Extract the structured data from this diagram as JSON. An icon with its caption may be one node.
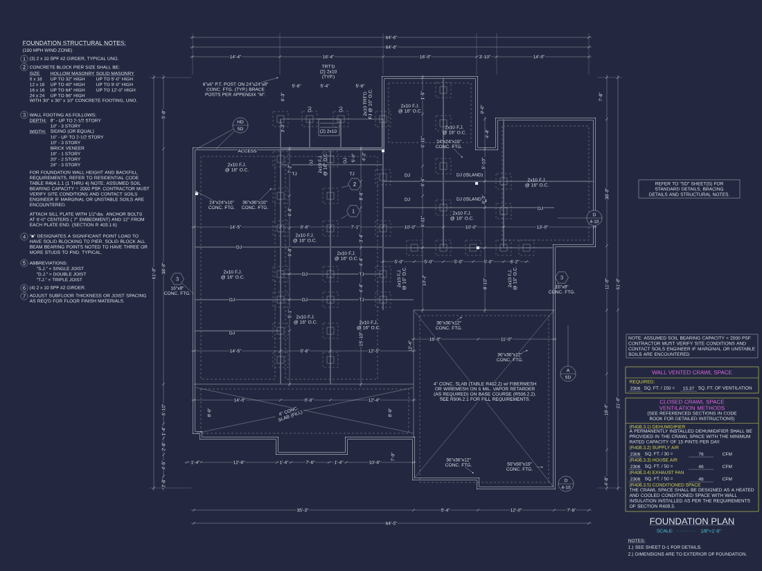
{
  "diagram": {
    "nodes": [
      {
        "text": [
          "REFER TO \"SD\" SHEET(S) FOR STANDARD DETAILS, BRACING DETAILS AND STRUCTURAL NOTES."
        ]
      },
      {
        "text": [
          "NOTE: ASSUMED SOIL BEARING CAPACITY = 2000 PSF CONTRACTOR MUST VERIFY SITE CONDITIONS AND CONTACT SOILS ENGINEER IF MARGINAL OR UNSTABLE SOILS ARE ENCOUNTERED"
        ]
      },
      {
        "text": [
          "WALL VENTED CRAWL SPACE",
          "REQUIRED:",
          "2306",
          "SQ. FT. / 150 =",
          "15.37",
          "SQ. FT. OF VENTILATION"
        ]
      },
      {
        "text": [
          "CLOSED CRAWL SPACE VENTILATION METHODS",
          "(SEE REFERENCED SECTIONS IN CODE BOOK FOR DETAILED INSTRUCTIONS)",
          "(R408.3.1) DEHUMIDIFIER",
          "A PERMANENTLY INSTALLED DEHUMIDIFIER SHALL BE PROVIDED IN THE CRAWL SPACE WITH THE MINIMUM RATED CAPACITY OF 15 PINTS PER DAY.",
          "(R408.3.2) SUPPLY AIR",
          "2306",
          "SQ. FT. / 30 =",
          "76",
          "CFM",
          "(R408.3.3) HOUSE AIR",
          "2306",
          "SQ. FT. / 50 =",
          "46",
          "CFM",
          "(R408.3.4) EXHAUST FAN",
          "2306",
          "SQ. FT. / 50 =",
          "46",
          "CFM",
          "(R408.3.5) CONDITIONED SPACE",
          "THE CRAWL SPACE SHALL BE DESIGNED AS A HEATED AND COOLED CONDITIONED SPACE WITH WALL INSULATION INSTALLED AS PER THE REQUIREMENTS OF SECTION R408.3."
        ]
      },
      {
        "text": [
          "6\"x6\" P.T. POST ON 24\"x24\"x8\" CONC. FTG. (TYP.) BRACE POSTS PER APPENDIX \"M\"."
        ]
      },
      {
        "text": [
          "24\"x24\"x10\" CONC. FTG."
        ]
      },
      {
        "text": [
          "36\"x36\"x10\" CONC. FTG."
        ]
      },
      {
        "text": [
          "24\"x24\"x10\" CONC. FTG."
        ]
      },
      {
        "text": [
          "36\"x36\"x12\" CONC. FTG."
        ]
      },
      {
        "text": [
          "36\"x36\"x12\" CONC. FTG."
        ]
      },
      {
        "text": [
          "36\"x36\"x12\" CONC. FTG."
        ]
      },
      {
        "text": [
          "50\"x50\"x10\" CONC. FTG."
        ]
      },
      {
        "text": [
          "2"
        ]
      },
      {
        "text": [
          "1"
        ]
      },
      {
        "text": [
          "3"
        ],
        "beside": [
          "16\"x8\" CONC. FTG."
        ]
      },
      {
        "text": [
          "3"
        ],
        "beside": [
          "16\"x8\" CONC. FTG."
        ]
      },
      {
        "text": [
          "HD",
          "5D"
        ]
      },
      {
        "text": [
          "D",
          "4-18"
        ]
      },
      {
        "text": [
          "A",
          "5D"
        ]
      },
      {
        "text": [
          "D",
          "4-18"
        ]
      }
    ],
    "edges": [
      {
        "from": 4,
        "to": null,
        "arrow": "to"
      },
      {
        "from": 5,
        "to": null,
        "arrow": "to"
      },
      {
        "from": 6,
        "to": null,
        "arrow": "to"
      },
      {
        "from": 7,
        "to": null,
        "arrow": "to"
      },
      {
        "from": 8,
        "to": null,
        "arrow": "to"
      },
      {
        "from": 9,
        "to": null,
        "arrow": "to"
      },
      {
        "from": 10,
        "to": null,
        "arrow": "to"
      },
      {
        "from": 11,
        "to": null,
        "arrow": "to"
      },
      {
        "from": 12,
        "to": null,
        "arrow": "none"
      },
      {
        "from": 13,
        "to": null,
        "arrow": "none"
      },
      {
        "from": 14,
        "to": null,
        "arrow": "none"
      },
      {
        "from": 15,
        "to": null,
        "arrow": "none"
      },
      {
        "from": 16,
        "to": null,
        "arrow": "none"
      },
      {
        "from": 16,
        "to": null,
        "arrow": "none"
      }
    ],
    "labels": [
      "FOUNDATION STRUCTURAL NOTES:",
      "(100 MPH WIND ZONE)",
      "1",
      "(3) 2 x 10 SPF #2 GIRDER, TYPICAL UNO.",
      "2",
      "CONCRETE BLOCK PIER SIZE SHALL BE:",
      "SIZE",
      "HOLLOW MASONRY",
      "SOLID MASONRY",
      "8 x 16",
      "UP TO 32\" HIGH",
      "UP TO 5'-0\" HIGH",
      "12 x 16",
      "UP TO 48\" HIGH",
      "UP TO 9'-0\" HIGH",
      "16 x 16",
      "UP TO 64\" HIGH",
      "UP TO 12'-0\" HIGH",
      "24 x 24",
      "UP TO 96\" HIGH",
      "WITH 30\" x 30\" x 10\" CONCRETE FOOTING, UNO.",
      "3",
      "WALL FOOTING AS FOLLOWS:",
      "DEPTH:",
      "8\" - UP TO 2-1/2 STORY",
      "10\" - 3 STORY",
      "WIDTH:",
      "SIDING (OR EQUAL)",
      "16\" - UP TO 2-1/2 STORY",
      "18\" - 3 STORY",
      "BRICK VENEER",
      "16\" - 1 STORY",
      "20\" - 2 STORY",
      "24\" - 3 STORY",
      "FOR FOUNDATION WALL HEIGHT AND BACKFILL REQUIREMENTS, REFER TO RESIDENTIAL CODE TABLE R404.1.1 (1 THRU 4) NOTE: ASSUMED SOIL BEARING CAPACITY = 2000 PSF. CONTRACTOR MUST VERIFY SITE CONDITIONS AND CONTACT SOILS ENGINEER IF MARGINAL OR UNSTABLE SOILS ARE ENCOUNTERED.",
      "ATTACH SILL PLATE WITH 1/2\"dia. ANCHOR BOLTS AT 6'-0\" CENTERS ( 7\" EMBEDMENT) AND 12\" FROM EACH PLATE END. (SECTION R 403.1.6)",
      "4",
      "\"■\" DESIGNATES A SIGNIFICANT POINT LOAD TO HAVE SOLID BLOCKING TO PIER. SOLID BLOCK ALL BEAM BEARING POINTS NOTED TO HAVE THREE OR MORE STUDS TO FND. TYPICAL.",
      "5",
      "ABBREVIATIONS:",
      "\"S.J.\" = SINGLE JOIST",
      "\"D.J.\" = DOUBLE JOIST",
      "\"T.J.\" = TRIPLE JOIST",
      "6",
      "(4) 2 x 10 SPF #2 GIRDER.",
      "7",
      "ADJUST SUBFLOOR THICKNESS OR JOIST SPACING AS REQ'D FOR FLOOR FINISH MATERIALS.",
      "64'-6\"",
      "64'-6\"",
      "14'-4\"",
      "16'-4\"",
      "16'-8\"",
      "3'-10\"",
      "14'-8\"",
      "TRT'D (2) 2x10 (TYP.)",
      "5'-6\"",
      "5'-4\"",
      "5'-6\"",
      "6'-3\"",
      "3'-3\"",
      "DJ",
      "DJ",
      "(2) 2x10",
      "2x10 TRT'D FJ @ 16\" O.C.",
      "1'-5\"",
      "2x10 F.J. @ 16\" O.C.",
      "7'-8\"",
      "9'-0\"",
      "2x10 F.J. @ 16\" O.C.",
      "4'-4\"",
      "6'-11\"",
      "ACCESS",
      "2x10 F.J. @ 16\" O.C.",
      "7'-2\"",
      "DJ",
      "2x10 F.J. @ 16\" O.C.",
      "DJ",
      "5'-0\"",
      "4'-2\"",
      "TJ",
      "TJ",
      "DJ",
      "DJ (ISLAND)",
      "5'-10\"",
      "2x10 F.J. @ 16\" O.C.",
      "38'-8\"",
      "6'-6\"",
      "DJ",
      "DJ (ISLAND)",
      "8'-6\"",
      "6'-3\"",
      "2x10 F.J. @ 16\" O.C.",
      "DJ",
      "6'-8\"",
      "6'-11\"",
      "14'-5\"",
      "8'-6\"",
      "7'-1\"",
      "10'-0\"",
      "10'-0\"",
      "13'-8\"",
      "3'-4\"",
      "DJ",
      "2x10 F.J. @ 16\" O.C.",
      "6'-8\"",
      "2x10 F.J. @ 16\" O.C.",
      "4'-4\"",
      "5'-0\"",
      "5'-0\"",
      "5'-0\"",
      "5'-0\"",
      "6'-2\"",
      "2x10 F.J. @ 16\" O.C.",
      "DJ",
      "TJ",
      "2x10 F.J. @ 16\" O.C.",
      "10'-2\"",
      "8'-10\"",
      "2x10 F.J. @ 16\" O.C.",
      "11'-8\"",
      "61'-8\"",
      "38'-8\"",
      "61'-8\"",
      "5'-8\"",
      "4'-4\"",
      "DJ",
      "DJ",
      "TJ",
      "5'-1\"",
      "2x10 F.J. @ 16\" O.C.",
      "2x10 F.J. @ 16\" O.C.",
      "16'-8\"",
      "11'-8\"",
      "DJ",
      "15'-10\"",
      "12'-4\"",
      "14'-5\"",
      "8'-6\"",
      "12'-5\"",
      "14'-8\"",
      "8'-0\"",
      "12'-4\"",
      "6'-10\"",
      "8'-0\"",
      "4\" CONC. SLAB (FILL)",
      "8'-0\"",
      "1'-4\"",
      "2'-8\"",
      "4'-5\"",
      "2'-8\"",
      "1'-4\"",
      "12'-6\"",
      "1'-4\"",
      "7'-6\"",
      "1'-4\"",
      "10'-6\"",
      "7'-0\"",
      "18'-4\"",
      "21'-8\"",
      "4'-8\"",
      "35'-3\"",
      "5'-4\"",
      "12'-8\"",
      "7'-6\"",
      "64'-5\"",
      "FOUNDATION PLAN",
      "SCALE:",
      "1/8\"=1'-0\"",
      "NOTES:",
      "1.) SEE SHEET D-1 FOR DETAILS.",
      "2.) DIMENSIONS ARE TO EXTERIOR OF FOUNDATION.",
      "4\" CONC. SLAB (TABLE R402.2) w/ FIBERMESH OR WIREMESH ON 6 MIL. VAPOR RETARDER (AS REQUIRED) ON BASE COURSE (R506.2.2). SEE R506.2.1 FOR FILL REQUIREMENTS."
    ]
  }
}
